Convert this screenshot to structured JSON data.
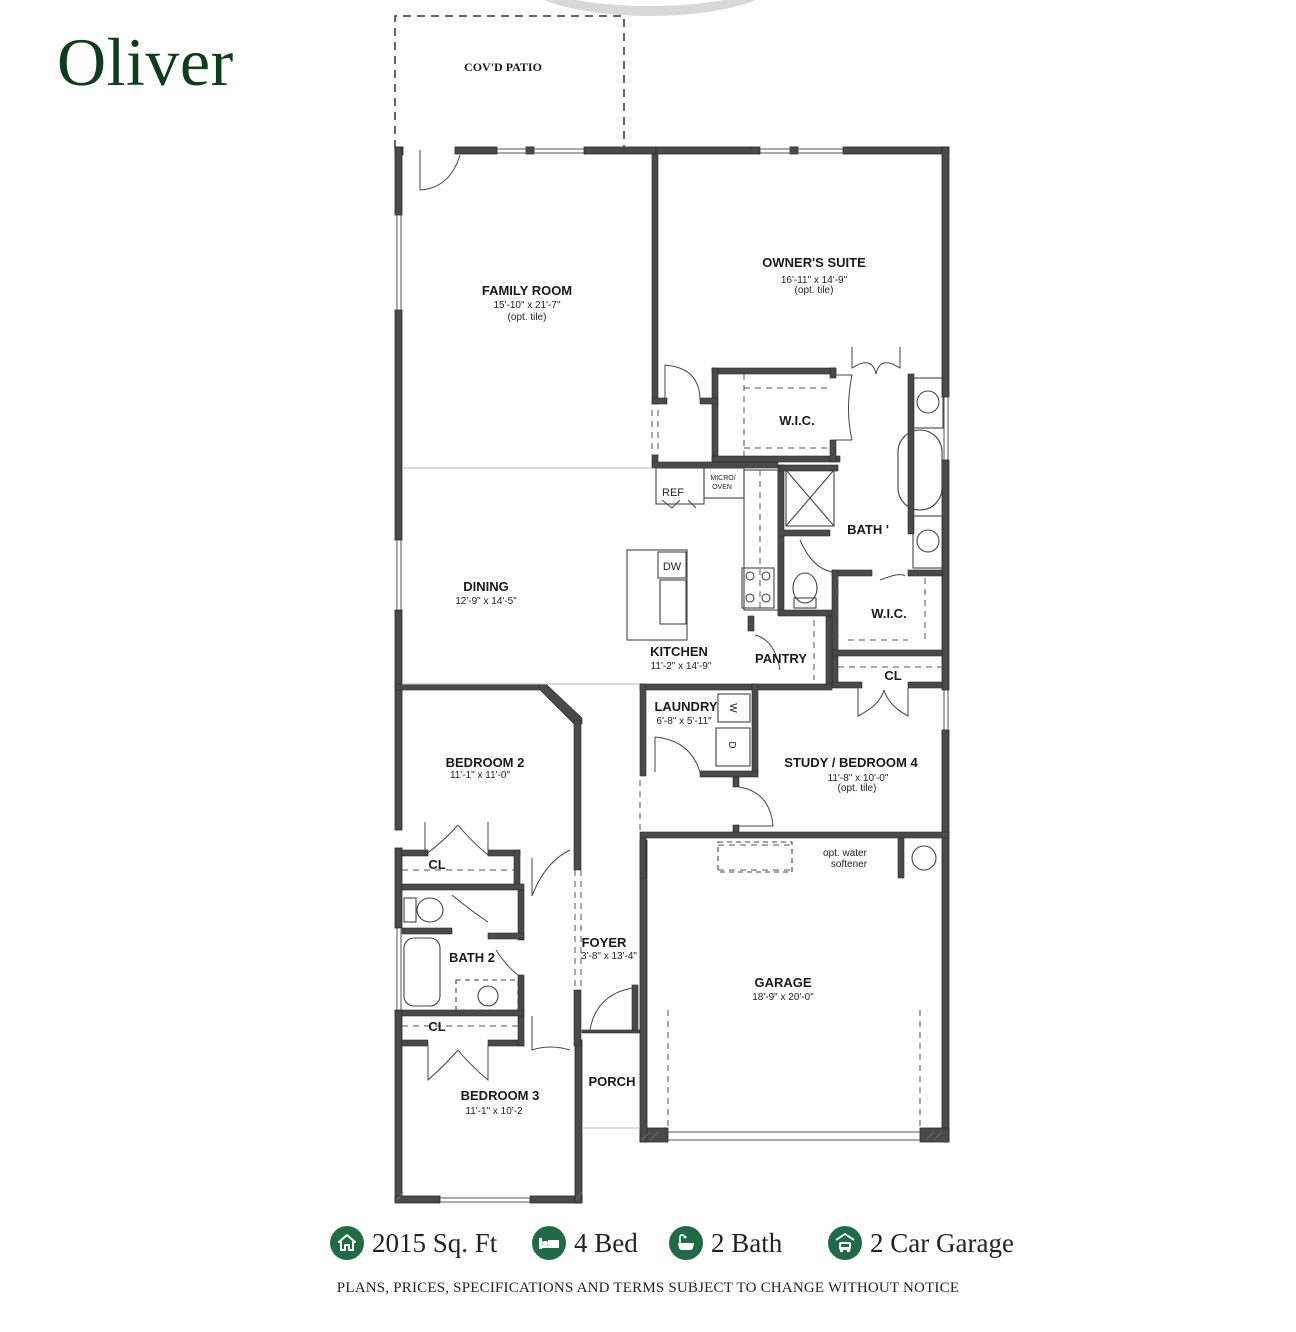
{
  "plan": {
    "name": "Oliver",
    "brand_color": "#0f3d1c",
    "icon_color": "#1f6b45"
  },
  "rooms": {
    "patio": {
      "label": "COV'D PATIO"
    },
    "family": {
      "label": "FAMILY ROOM",
      "dims": "15'-10\" x 21'-7\"",
      "note": "(opt. tile)"
    },
    "owners": {
      "label": "OWNER'S SUITE",
      "dims": "16'-11\" x 14'-9\"",
      "note": "(opt. tile)"
    },
    "wic1": {
      "label": "W.I.C."
    },
    "wic2": {
      "label": "W.I.C."
    },
    "bath1": {
      "label": "BATH '"
    },
    "ref": {
      "label": "REF"
    },
    "micro": {
      "label1": "MICRO/",
      "label2": "OVEN"
    },
    "dw": {
      "label": "DW"
    },
    "dining": {
      "label": "DINING",
      "dims": "12'-9\" x 14'-5\""
    },
    "kitchen": {
      "label": "KITCHEN",
      "dims": "11'-2\" x 14'-9\""
    },
    "pantry": {
      "label": "PANTRY"
    },
    "cl_owner": {
      "label": "CL"
    },
    "laundry": {
      "label": "LAUNDRY",
      "dims": "6'-8\" x 5'-11\"",
      "washer": "W",
      "dryer": "D"
    },
    "study": {
      "label": "STUDY / BEDROOM 4",
      "dims": "11'-8\" x 10'-0\"",
      "note": "(opt. tile)"
    },
    "bed2": {
      "label": "BEDROOM 2",
      "dims": "11'-1\" x 11'-0\""
    },
    "cl_bed2": {
      "label": "CL"
    },
    "water": {
      "line1": "opt. water",
      "line2": "softener"
    },
    "bath2": {
      "label": "BATH 2"
    },
    "foyer": {
      "label": "FOYER",
      "dims": "3'-8\" x 13'-4\""
    },
    "garage": {
      "label": "GARAGE",
      "dims": "18'-9\" x 20'-0\""
    },
    "cl_bed3": {
      "label": "CL"
    },
    "bed3": {
      "label": "BEDROOM 3",
      "dims": "11'-1\" x 10'-2"
    },
    "porch": {
      "label": "PORCH"
    }
  },
  "stats": [
    {
      "icon": "house-icon",
      "text": "2015 Sq. Ft"
    },
    {
      "icon": "bed-icon",
      "text": "4 Bed"
    },
    {
      "icon": "bathtub-icon",
      "text": "2 Bath"
    },
    {
      "icon": "car-garage-icon",
      "text": "2 Car Garage"
    }
  ],
  "disclaimer": "PLANS, PRICES, SPECIFICATIONS AND TERMS SUBJECT TO CHANGE WITHOUT NOTICE"
}
